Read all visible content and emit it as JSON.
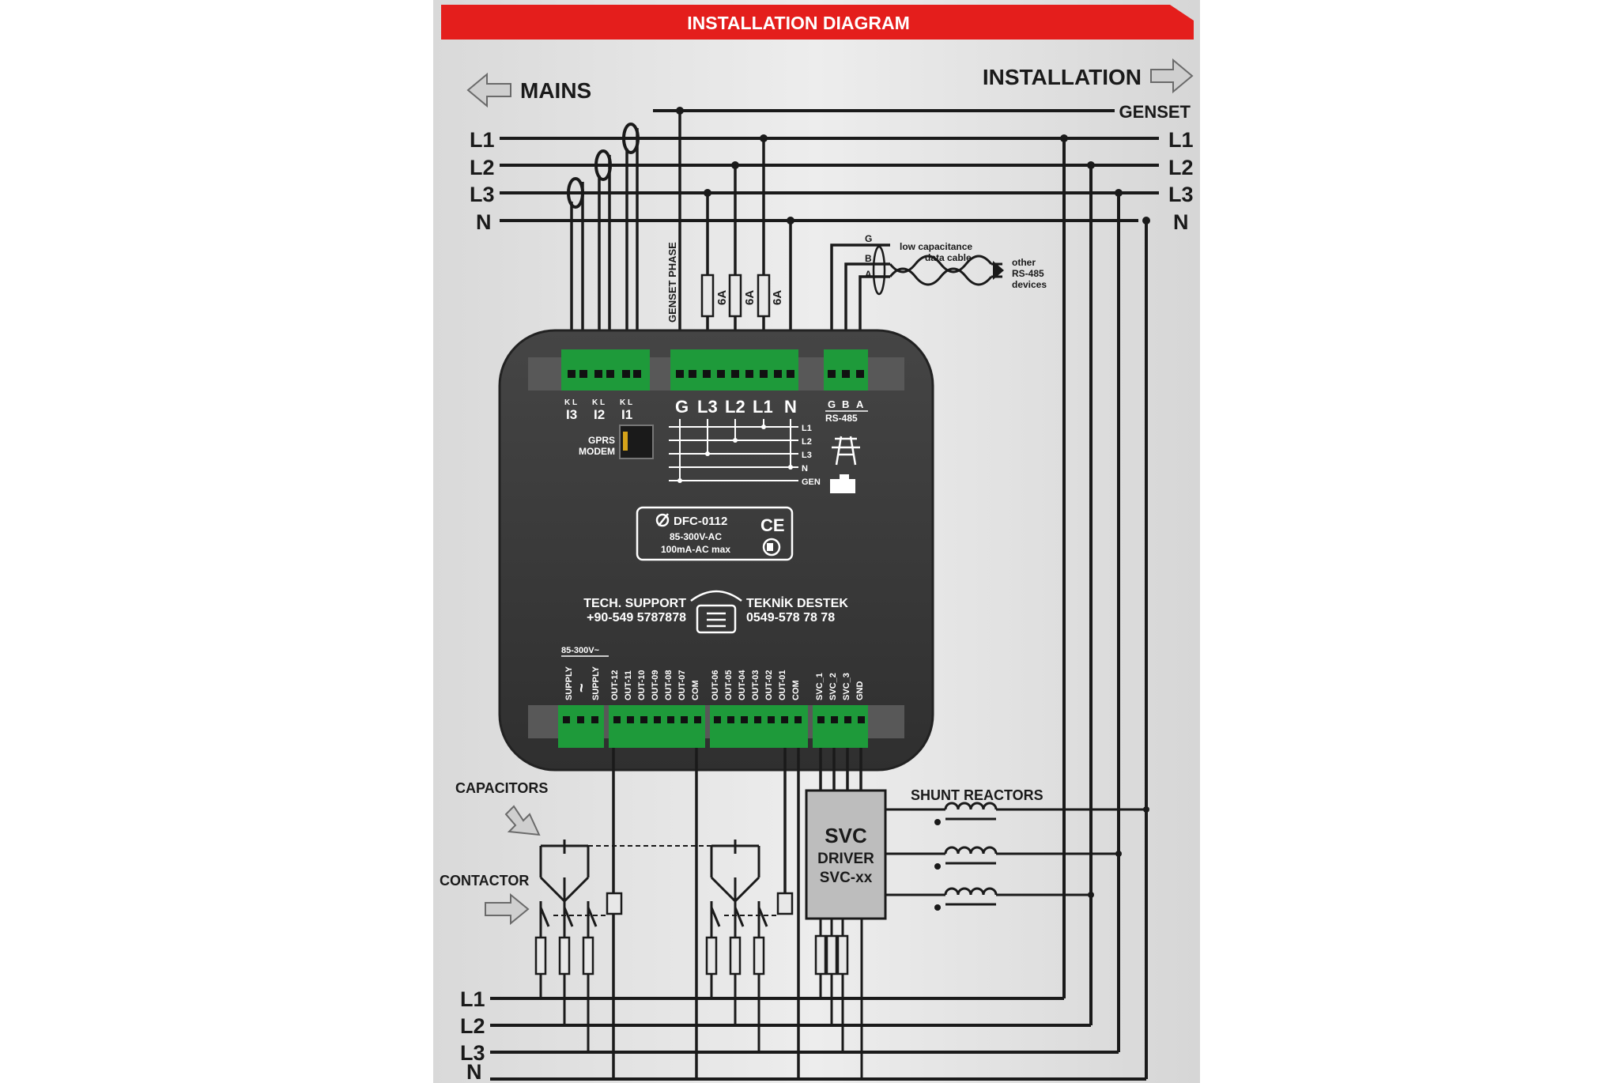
{
  "header": {
    "title": "INSTALLATION DIAGRAM"
  },
  "directions": {
    "mains": "MAINS",
    "installation": "INSTALLATION",
    "genset": "GENSET"
  },
  "bus_labels": [
    "L1",
    "L2",
    "L3",
    "N"
  ],
  "module": {
    "model": "DFC-0112",
    "rating_voltage": "85-300V-AC",
    "rating_current": "100mA-AC max",
    "ce_mark": "CE",
    "gprs_top": "GPRS",
    "gprs_bottom": "MODEM",
    "top_terminals": [
      "G",
      "L3",
      "L2",
      "L1",
      "N"
    ],
    "rs485_letters": [
      "G",
      "B",
      "A"
    ],
    "rs485_label": "RS-485",
    "ct_labels": [
      "I3",
      "I2",
      "I1"
    ],
    "ct_kl": [
      "K L",
      "K L",
      "K L"
    ],
    "mini_labels": [
      "L1",
      "L2",
      "L3",
      "N",
      "GEN"
    ],
    "support_en_title": "TECH. SUPPORT",
    "support_en_phone": "+90-549 5787878",
    "support_tr_title": "TEKNİK DESTEK",
    "support_tr_phone": "0549-578 78 78",
    "supply_rating": "85-300V~",
    "bottom_terminals": [
      "SUPPLY",
      "~",
      "SUPPLY",
      "OUT-12",
      "OUT-11",
      "OUT-10",
      "OUT-09",
      "OUT-08",
      "OUT-07",
      "COM",
      "OUT-06",
      "OUT-05",
      "OUT-04",
      "OUT-03",
      "OUT-02",
      "OUT-01",
      "COM",
      "SVC_1",
      "SVC_2",
      "SVC_3",
      "GND"
    ]
  },
  "annotations": {
    "genset_phase": "GENSET PHASE",
    "fuses": [
      "6A",
      "6A",
      "6A"
    ],
    "cable_1": "low capacitance",
    "cable_2": "data cable",
    "rs485_g": "G",
    "rs485_b": "B",
    "rs485_a": "A",
    "other_1": "other",
    "other_2": "RS-485",
    "other_3": "devices",
    "capacitors": "CAPACITORS",
    "contactor": "CONTACTOR",
    "svc_1": "SVC",
    "svc_2": "DRIVER",
    "svc_3": "SVC-xx",
    "shunt_reactors": "SHUNT REACTORS"
  },
  "colors": {
    "header_red": "#e41e1c",
    "background": "#e4e4e4",
    "module_body": "#3a3a3a",
    "terminal_green": "#1e9a3a",
    "wire": "#1a1a1a"
  }
}
